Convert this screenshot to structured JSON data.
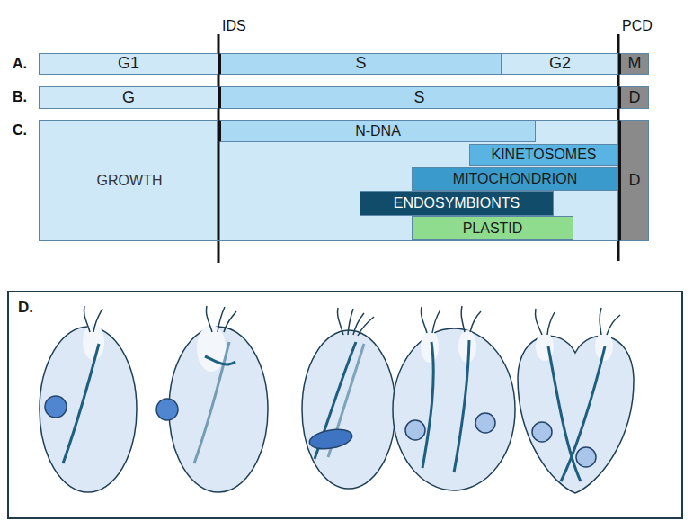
{
  "diagram": {
    "nodes": [
      {
        "text": [
          "G1"
        ]
      },
      {
        "text": [
          "S"
        ]
      },
      {
        "text": [
          "G2"
        ]
      },
      {
        "text": [
          "M"
        ]
      },
      {
        "text": [
          "G"
        ]
      },
      {
        "text": [
          "S"
        ]
      },
      {
        "text": [
          "D"
        ]
      },
      {
        "text": [
          "GROWTH"
        ]
      },
      {
        "text": [
          "N-DNA"
        ],
        "in": 7
      },
      {
        "text": [
          "KINETOSOMES"
        ],
        "in": 7
      },
      {
        "text": [
          "MITOCHONDRION"
        ],
        "in": 7
      },
      {
        "text": [
          "ENDOSYMBIONTS"
        ],
        "in": 7
      },
      {
        "text": [
          "PLASTID"
        ],
        "in": 7
      },
      {
        "text": [
          "D"
        ]
      },
      {
        "text": [
          "D."
        ]
      }
    ],
    "labels": [
      "IDS",
      "PCD",
      "A.",
      "B.",
      "C."
    ]
  }
}
